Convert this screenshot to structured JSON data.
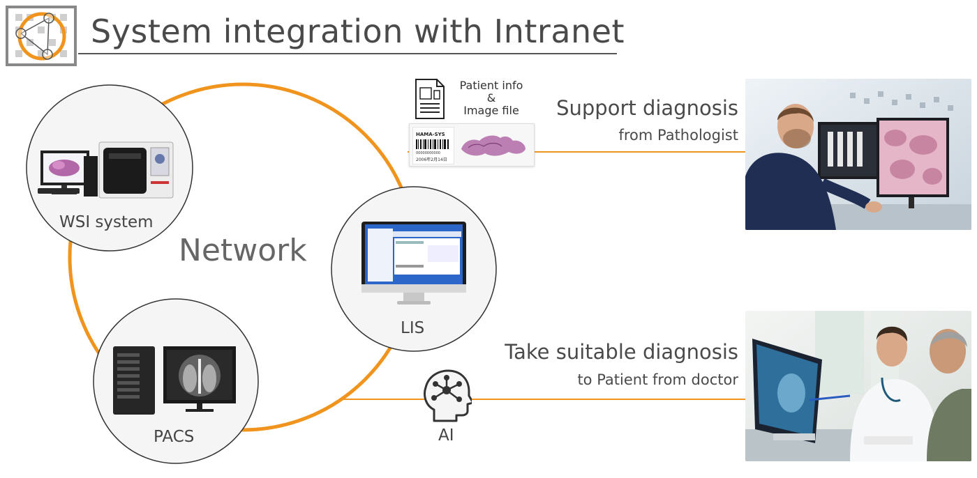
{
  "header": {
    "title": "System integration with Intranet",
    "logo_icon": "network-grid-logo-icon"
  },
  "network": {
    "label": "Network",
    "ring_color": "#f0941e"
  },
  "nodes": {
    "wsi": {
      "label": "WSI system",
      "icon": "wsi-scanner-icon"
    },
    "lis": {
      "label": "LIS",
      "icon": "monitor-icon"
    },
    "pacs": {
      "label": "PACS",
      "icon": "server-xray-icon"
    },
    "ai": {
      "label": "AI",
      "icon": "ai-head-icon"
    }
  },
  "slide": {
    "note_line1": "Patient info",
    "note_line2": "&",
    "note_line3": "Image file",
    "label_brand": "HAMA-SYS",
    "label_id": "00000000000",
    "label_date": "2006年2月14日",
    "doc_icon": "document-icon"
  },
  "outputs": {
    "pathologist": {
      "heading": "Support diagnosis",
      "sub": "from Pathologist",
      "photo_icon": "pathologist-photo"
    },
    "doctor": {
      "heading": "Take suitable diagnosis",
      "sub": "to Patient from doctor",
      "photo_icon": "doctor-patient-photo"
    }
  },
  "colors": {
    "accent": "#f0941e",
    "circle_fill": "#f5f5f5",
    "circle_stroke": "#333333",
    "text": "#4a4a4a"
  }
}
